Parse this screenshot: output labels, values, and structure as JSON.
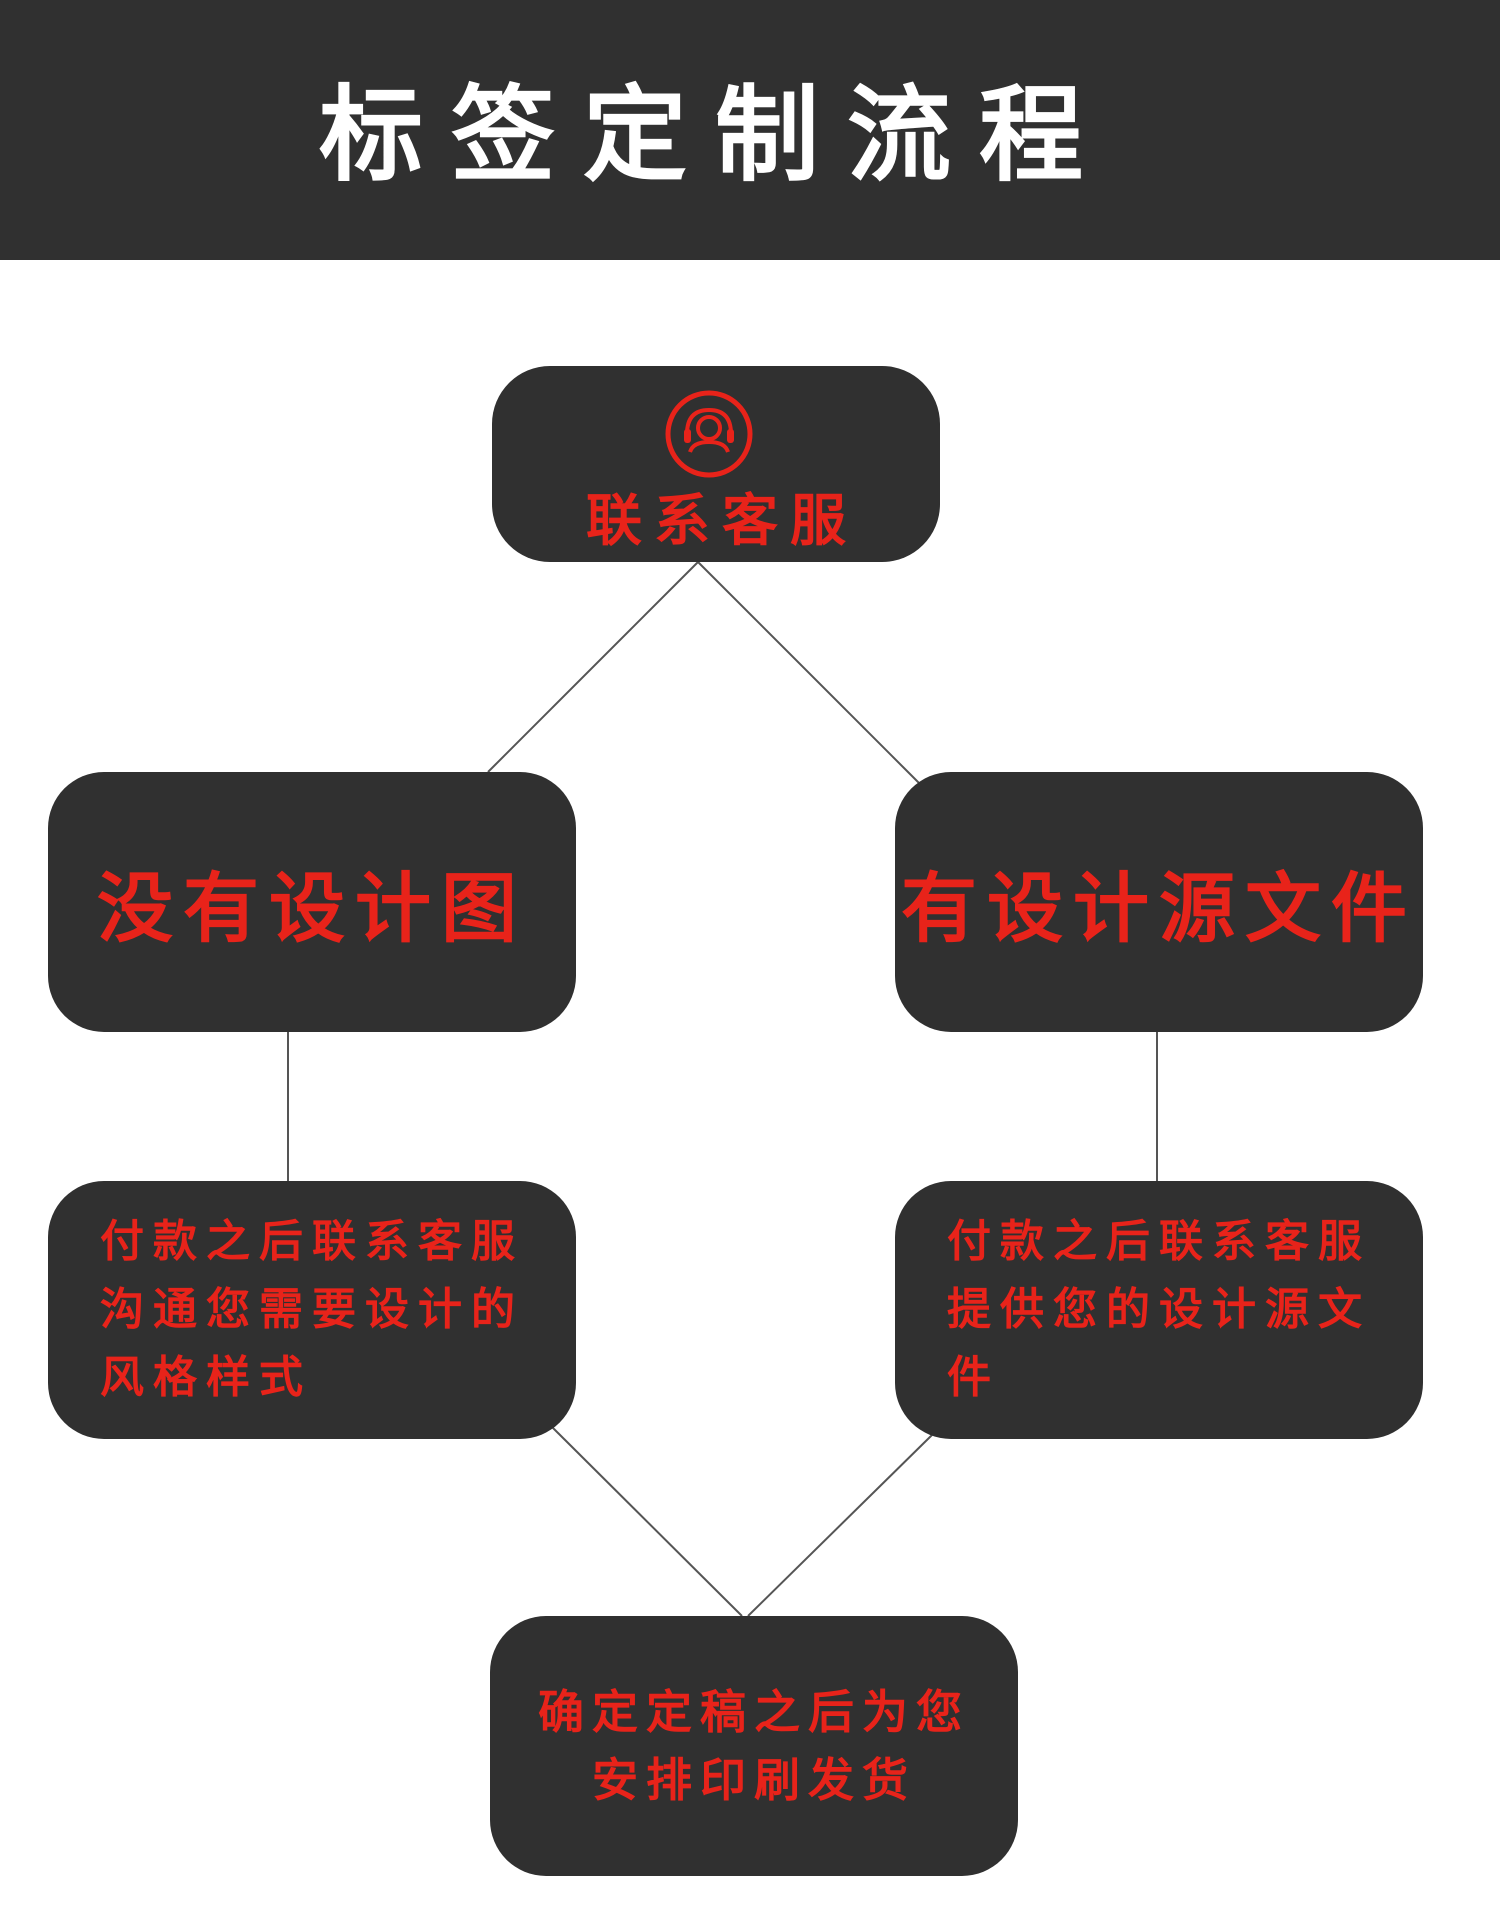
{
  "header": {
    "title": "标签定制流程"
  },
  "flow": {
    "contact": {
      "icon": "customer-service-headset-icon",
      "label": "联系客服"
    },
    "no_design": {
      "label": "没有设计图",
      "step": "付款之后联系客服沟通您需要设计的风格样式"
    },
    "has_design": {
      "label": "有设计源文件",
      "step": "付款之后联系客服提供您的设计源文件"
    },
    "final": {
      "label": "确定定稿之后为您安排印刷发货"
    }
  },
  "colors": {
    "header_background": "#303030",
    "node_background": "#303030",
    "node_text": "#e8231a",
    "header_text": "#ffffff",
    "connector": "#555555"
  }
}
